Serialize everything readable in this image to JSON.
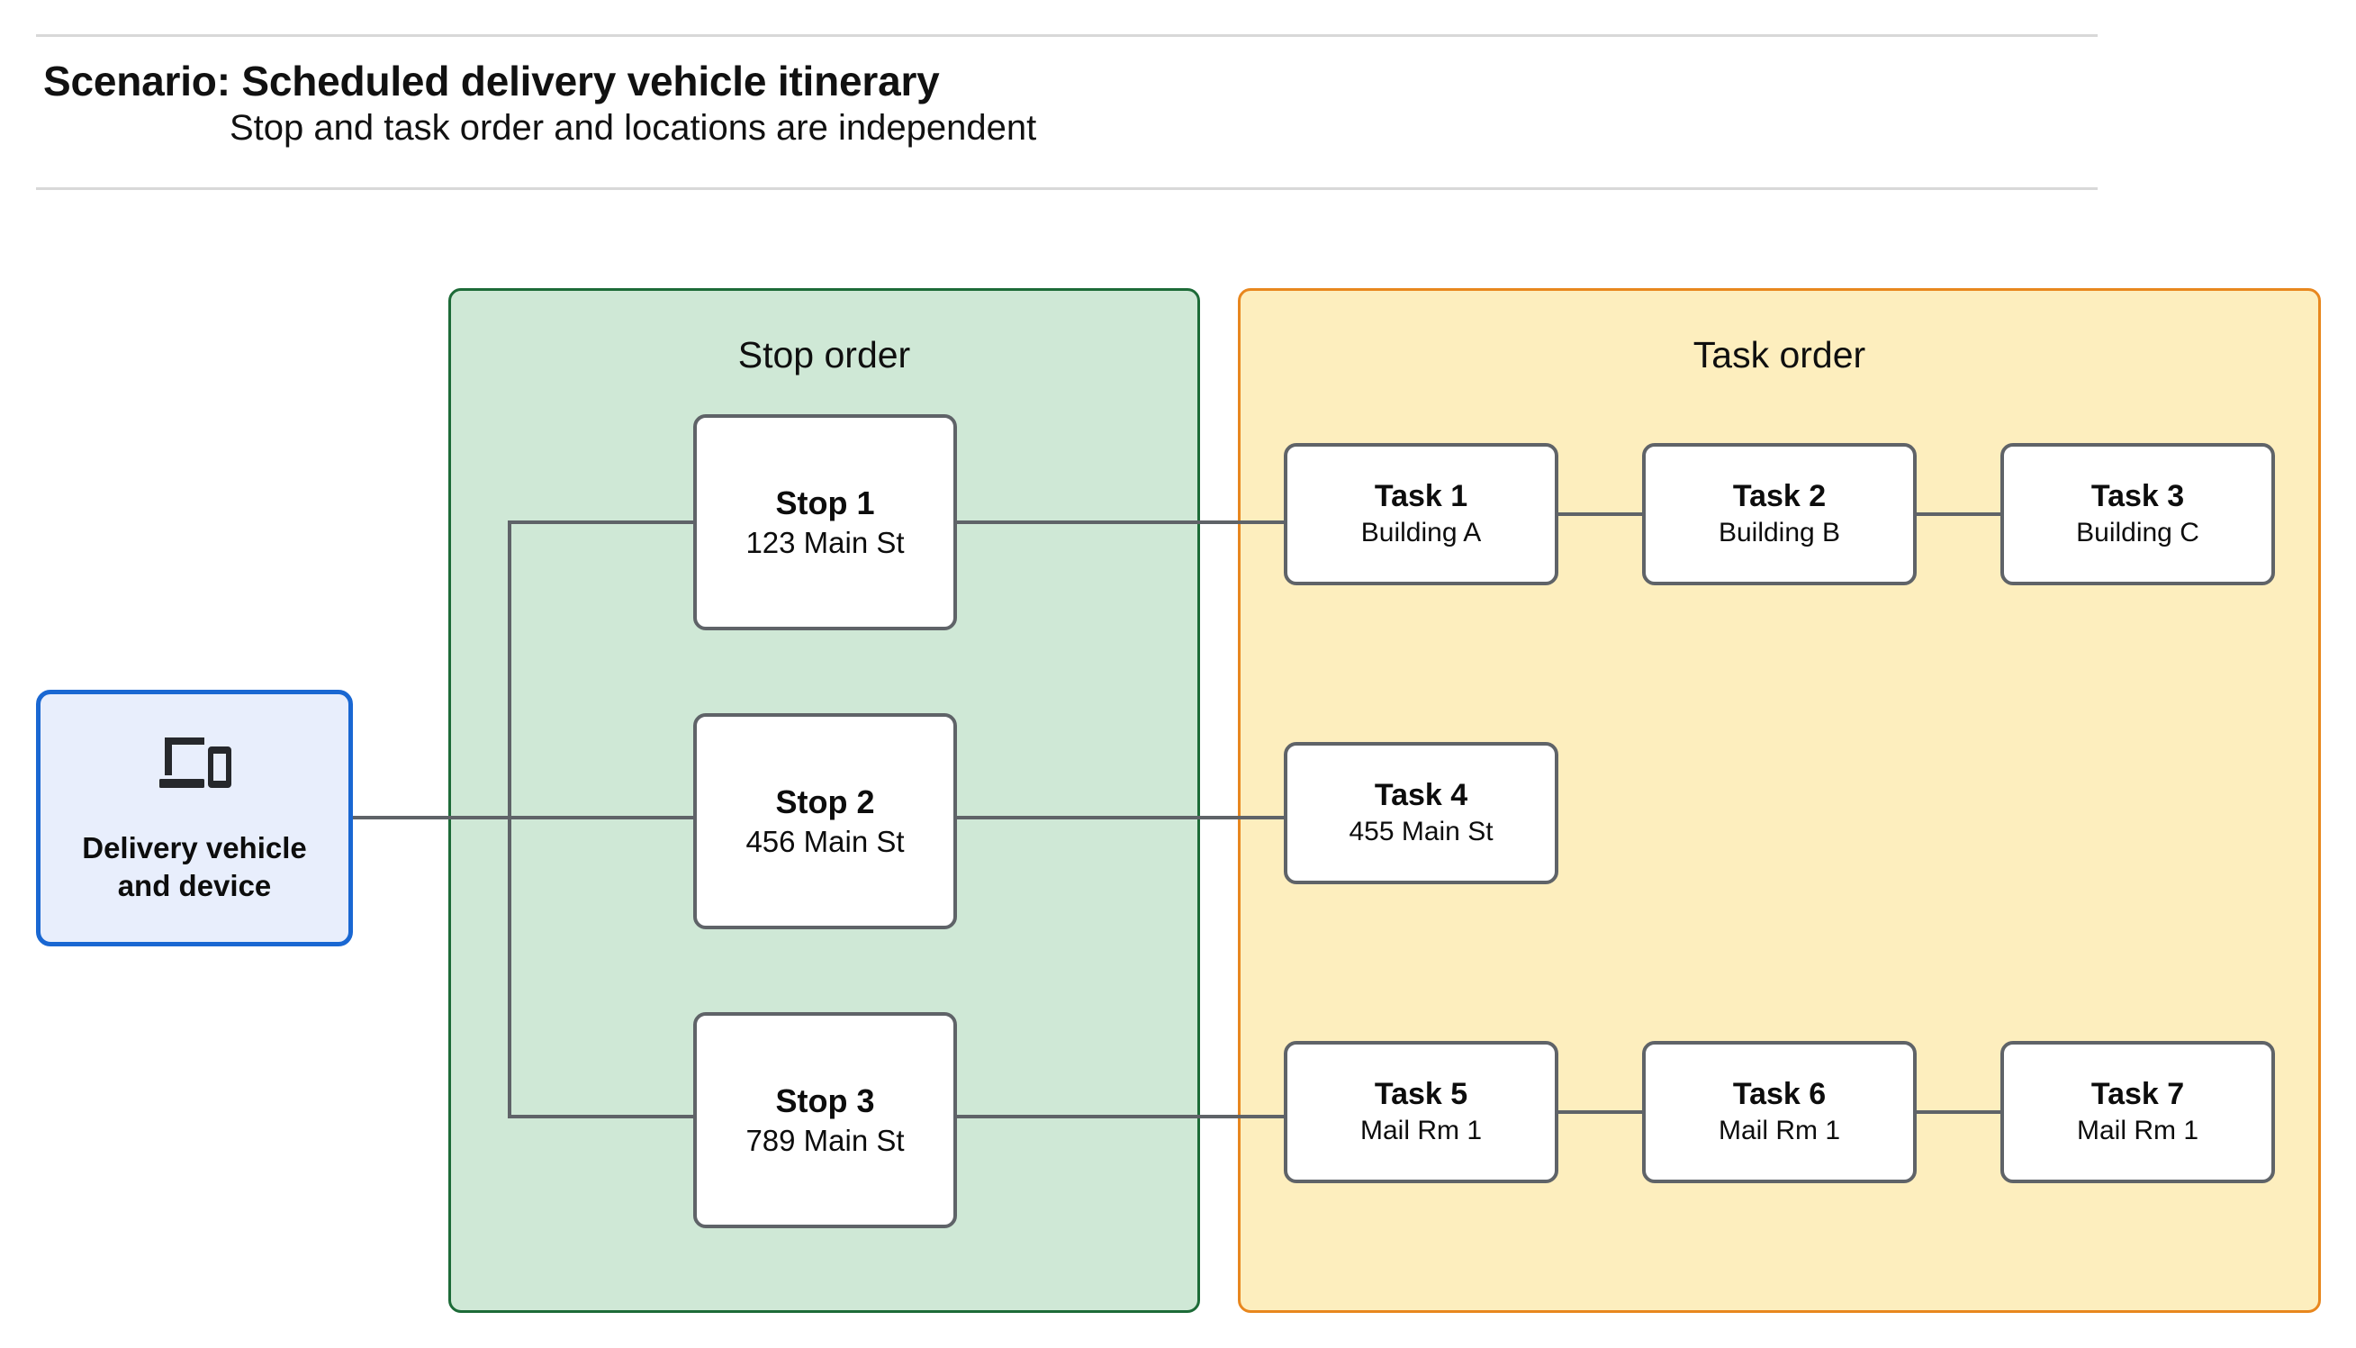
{
  "header": {
    "title": "Scenario: Scheduled delivery vehicle itinerary",
    "subtitle": "Stop and task order and locations are independent"
  },
  "device": {
    "icon": "devices-icon",
    "label_line1": "Delivery vehicle",
    "label_line2": "and device"
  },
  "stop_group": {
    "title": "Stop order",
    "border_color": "#1d6b38",
    "fill_color": "#cfe8d6",
    "stops": [
      {
        "title": "Stop 1",
        "address": "123 Main St"
      },
      {
        "title": "Stop 2",
        "address": "456 Main St"
      },
      {
        "title": "Stop 3",
        "address": "789 Main St"
      }
    ]
  },
  "task_group": {
    "title": "Task order",
    "border_color": "#e8871e",
    "fill_color": "#fdeebe",
    "rows": [
      {
        "tasks": [
          {
            "title": "Task 1",
            "location": "Building A"
          },
          {
            "title": "Task 2",
            "location": "Building B"
          },
          {
            "title": "Task 3",
            "location": "Building C"
          }
        ]
      },
      {
        "tasks": [
          {
            "title": "Task 4",
            "location": "455 Main St"
          }
        ]
      },
      {
        "tasks": [
          {
            "title": "Task 5",
            "location": "Mail Rm 1"
          },
          {
            "title": "Task 6",
            "location": "Mail Rm 1"
          },
          {
            "title": "Task 7",
            "location": "Mail Rm 1"
          }
        ]
      }
    ]
  },
  "connector_color": "#5f6368"
}
